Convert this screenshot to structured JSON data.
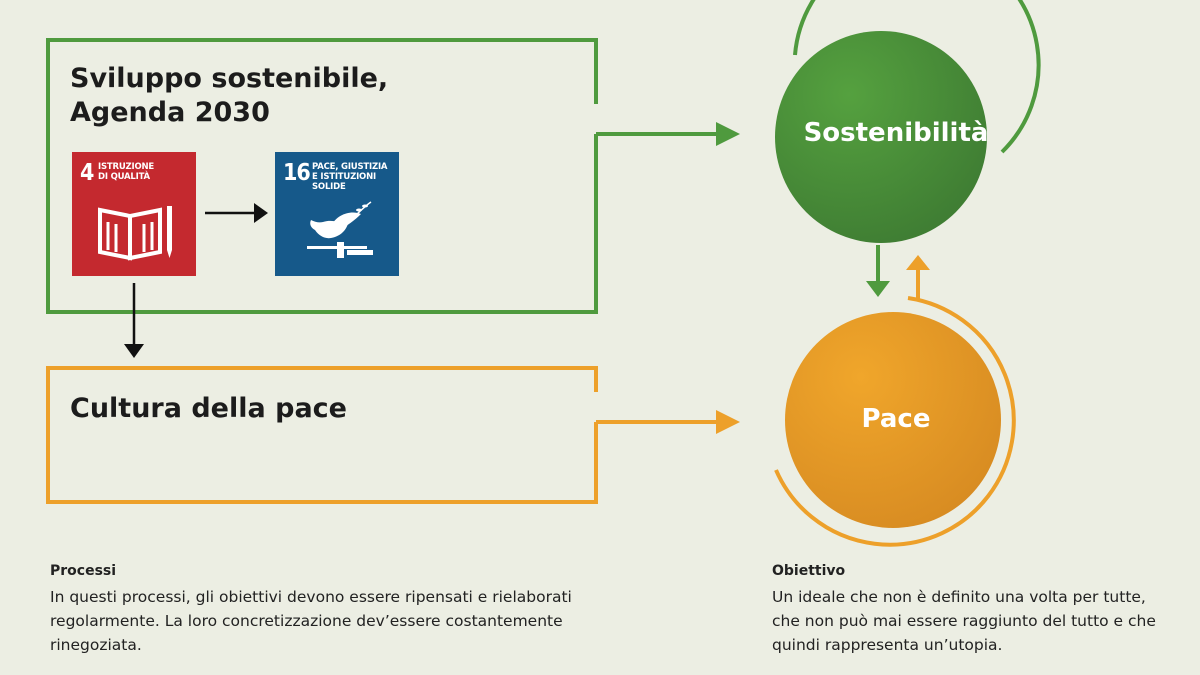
{
  "boxes": {
    "sustainable": {
      "title": "Sviluppo sostenibile,\nAgenda 2030",
      "color": "#4f9a3e"
    },
    "culture": {
      "title": "Cultura della pace",
      "color": "#eda02a"
    }
  },
  "sdg_goals": [
    {
      "number": "4",
      "label": "ISTRUZIONE\nDI QUALITÀ",
      "color": "#c4292f",
      "icon": "book-pencil-icon"
    },
    {
      "number": "16",
      "label": "PACE, GIUSTIZIA\nE ISTITUZIONI\nSOLIDE",
      "color": "#16598a",
      "icon": "dove-gavel-icon"
    }
  ],
  "circles": {
    "sostenibilita": {
      "label": "Sostenibilità",
      "color": "#4a8c3a"
    },
    "pace": {
      "label": "Pace",
      "color": "#e59b25"
    }
  },
  "captions": {
    "processi": {
      "title": "Processi",
      "body": "In questi processi, gli obiettivi devono essere ripensati e rielaborati regolarmente. La loro concretizzazione dev’essere costantemente rinegoziata."
    },
    "obiettivo": {
      "title": "Obiettivo",
      "body": "Un ideale che non è definito una volta per tutte, che non può mai essere raggiunto del tutto e che quindi rappresenta un’utopia."
    }
  }
}
